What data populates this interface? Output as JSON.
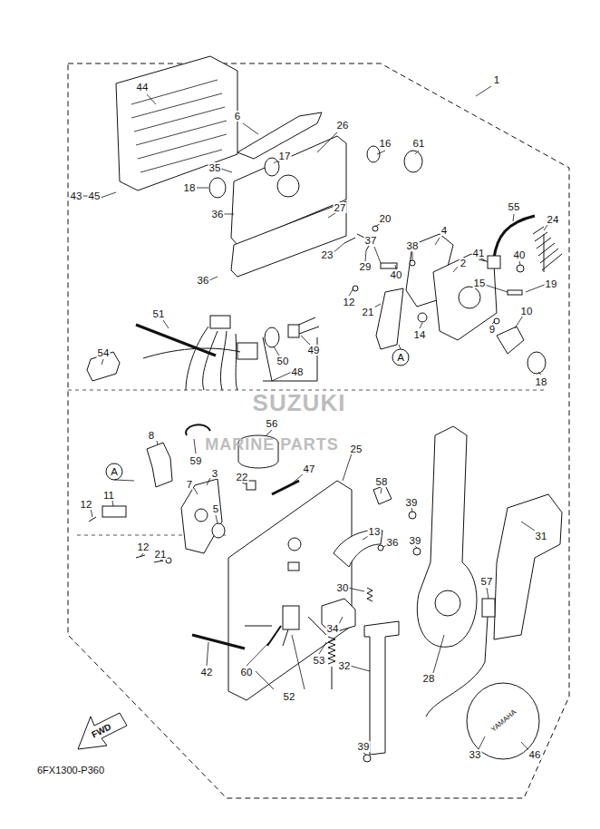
{
  "diagram": {
    "labels": [
      "1",
      "44",
      "6",
      "26",
      "16",
      "61",
      "17",
      "35",
      "18",
      "36",
      "43",
      "45",
      "27",
      "20",
      "55",
      "24",
      "4",
      "37",
      "38",
      "23",
      "29",
      "40",
      "41",
      "40",
      "36",
      "2",
      "15",
      "19",
      "12",
      "21",
      "10",
      "9",
      "14",
      "A",
      "18",
      "51",
      "49",
      "50",
      "48",
      "54",
      "56",
      "8",
      "59",
      "25",
      "47",
      "58",
      "A",
      "22",
      "3",
      "7",
      "11",
      "12",
      "5",
      "39",
      "31",
      "13",
      "39",
      "36",
      "12",
      "21",
      "30",
      "57",
      "34",
      "53",
      "32",
      "42",
      "60",
      "28",
      "52",
      "39",
      "33",
      "46",
      "FWD",
      "6FX1300-P360",
      "SUZUKI",
      "MARINE PARTS",
      "YAMAHA"
    ]
  }
}
